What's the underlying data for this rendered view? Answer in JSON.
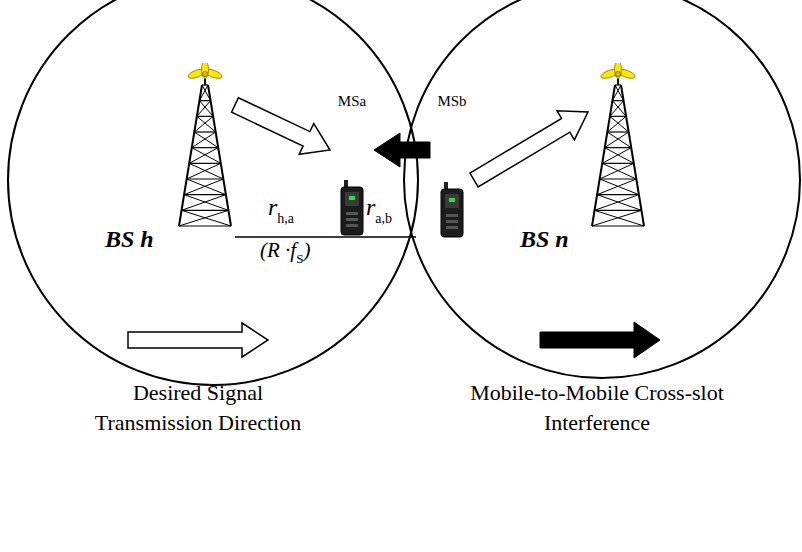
{
  "diagram": {
    "nodes": [
      {
        "text": [
          "BS h"
        ]
      },
      {
        "text": [
          "MSa"
        ]
      },
      {
        "text": [
          "MSb"
        ]
      },
      {
        "text": [
          "BS n"
        ]
      }
    ],
    "edges": [
      {
        "from": 0,
        "to": 1,
        "arrow": "to"
      },
      {
        "from": 2,
        "to": 1,
        "arrow": "to"
      },
      {
        "from": 2,
        "to": 3,
        "arrow": "to"
      }
    ],
    "labels": [
      "r",
      "h,a",
      "(R ·f",
      "S",
      ")",
      "r",
      "a,b"
    ],
    "legend": [
      {
        "text": "Desired Signal Transmission Direction"
      },
      {
        "text": "Mobile-to-Mobile Cross-slot Interference"
      }
    ]
  }
}
